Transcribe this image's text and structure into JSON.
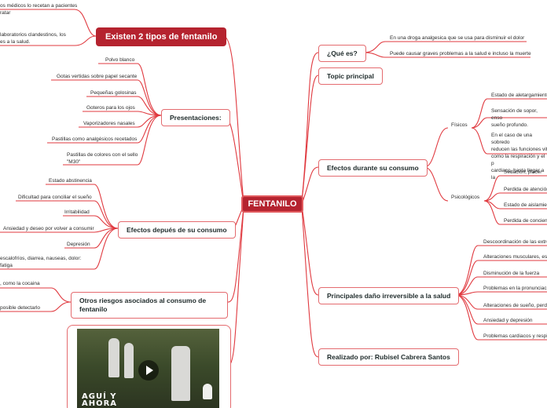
{
  "center": "FENTANILO",
  "colors": {
    "accent": "#b5232f",
    "line": "#e0393f",
    "border": "#e46b6f"
  },
  "left": {
    "tipos": {
      "title": "Existen 2 tipos de fentanilo",
      "items": [
        "os médicos lo recetan a pacientes\nratar",
        "laboratorios clandestinos, los\nes a la salud."
      ]
    },
    "presentaciones": {
      "title": "Presentaciones:",
      "items": [
        "Polvo blanco",
        "Gotas vertidas sobre papel secante",
        "Pequeñas golosinas",
        "Goteros para los ojos",
        "Vaporizadores nasales",
        "Pastillas como analgésicos recetados",
        "Pastillas de colores con el sello\n\"M30\""
      ]
    },
    "efectos_despues": {
      "title": "Efectos depués de su consumo",
      "items": [
        "Estado abstinencia",
        "Dificultad para conciliar el sueño",
        "Irritabilidad",
        "Ansiedad y deseo por volver a consumir",
        "Depresión",
        "escalofríos, diarrea, nauseas, dolor:\nfatiga"
      ]
    },
    "otros": {
      "title": "Otros riesgos asociados al consumo de fentanilo",
      "items": [
        ", como la cocaina",
        "posible detectarlo"
      ]
    },
    "video": {
      "icon": "video-thumbnail",
      "logo_line1": "AGUÍ Y",
      "logo_line2": "AHORA"
    }
  },
  "right": {
    "que_es": {
      "title": "¿Qué es?",
      "items": [
        "En una droga analgesica que se usa para disminuir el dolor",
        "Puede causar graves problemas a la salud e incluso la muerte"
      ]
    },
    "topic": {
      "title": "Topic principal"
    },
    "efectos_durante": {
      "title": "Efectos durante su consumo",
      "fisicos": {
        "label": "Físicos",
        "items": [
          "Estado de aletargamiento",
          "Sensación de sopor, enso\nsueño profundo.",
          "En el caso de una sobredo\nreducen las funciones vit\ncomo la respiración y el p\ncardiaco, hasta llegar a la"
        ]
      },
      "psicologicos": {
        "label": "Psicológicos",
        "items": [
          "Sedación, placer",
          "Perdida de atención",
          "Estado de aislamien",
          "Perdida de concienc"
        ]
      }
    },
    "danos": {
      "title": "Principales daño irreversible a la salud",
      "items": [
        "Descoordinación de las extre",
        "Alteraciones musculares, es c",
        "Disminución de la fuerza",
        "Problemas en la pronunciació",
        "Alteraciones de sueño, perdid",
        "Ansiedad y depresión",
        "Problemas cardiacos y respir"
      ]
    },
    "autor": {
      "title": "Realizado por: Rubisel Cabrera Santos"
    }
  }
}
